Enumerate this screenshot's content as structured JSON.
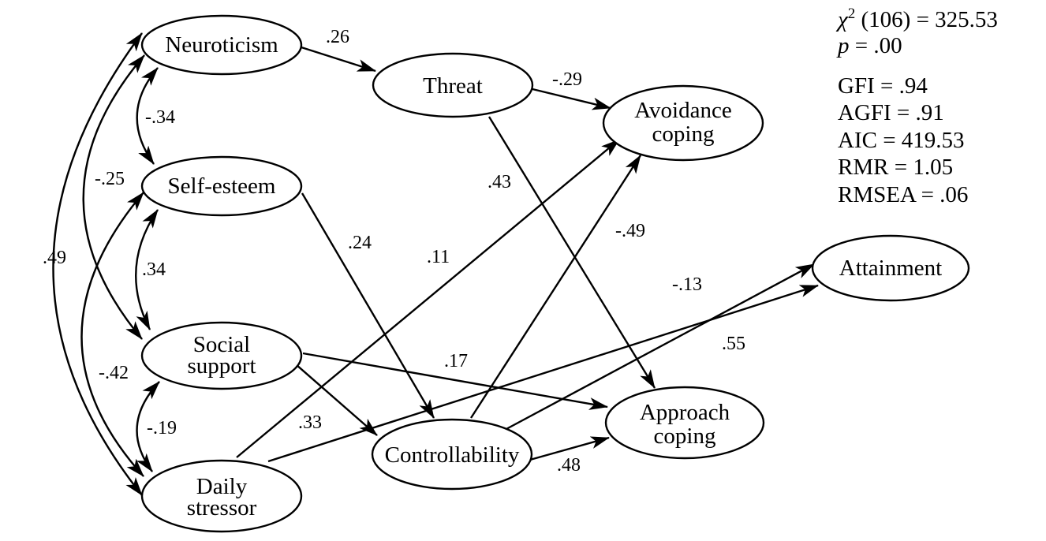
{
  "diagram": {
    "nodes": {
      "neuroticism": "Neuroticism",
      "self_esteem": "Self-esteem",
      "social_support": [
        "Social",
        "support"
      ],
      "daily_stressor": [
        "Daily",
        "stressor"
      ],
      "threat": "Threat",
      "controllability": "Controllability",
      "avoidance_coping": [
        "Avoidance",
        "coping"
      ],
      "approach_coping": [
        "Approach",
        "coping"
      ],
      "attainment": "Attainment"
    },
    "paths": [
      {
        "from": "Neuroticism",
        "to": "Threat",
        "coefficient": ".26"
      },
      {
        "from": "Threat",
        "to": "Avoidance coping",
        "coefficient": "-.29"
      },
      {
        "from": "Threat",
        "to": "Approach coping",
        "coefficient": ".43"
      },
      {
        "from": "Self-esteem",
        "to": "Controllability",
        "coefficient": ".24"
      },
      {
        "from": "Daily stressor",
        "to": "Avoidance coping",
        "coefficient": ".11"
      },
      {
        "from": "Controllability",
        "to": "Avoidance coping",
        "coefficient": "-.49"
      },
      {
        "from": "Daily stressor",
        "to": "Attainment",
        "coefficient": "-.13"
      },
      {
        "from": "Controllability",
        "to": "Attainment",
        "coefficient": ".55"
      },
      {
        "from": "Social support",
        "to": "Approach coping",
        "coefficient": ".17"
      },
      {
        "from": "Social support",
        "to": "Controllability",
        "coefficient": ".33"
      },
      {
        "from": "Controllability",
        "to": "Approach coping",
        "coefficient": ".48"
      }
    ],
    "correlations": [
      {
        "between": [
          "Neuroticism",
          "Self-esteem"
        ],
        "coefficient": "-.34"
      },
      {
        "between": [
          "Neuroticism",
          "Social support"
        ],
        "coefficient": "-.25"
      },
      {
        "between": [
          "Neuroticism",
          "Daily stressor"
        ],
        "coefficient": ".49"
      },
      {
        "between": [
          "Self-esteem",
          "Social support"
        ],
        "coefficient": ".34"
      },
      {
        "between": [
          "Self-esteem",
          "Daily stressor"
        ],
        "coefficient": "-.42"
      },
      {
        "between": [
          "Social support",
          "Daily stressor"
        ],
        "coefficient": "-.19"
      }
    ],
    "fit": {
      "chi_square_symbol": "χ",
      "chi_square_exponent": "2",
      "chi_square_rest": " (106) = 325.53",
      "p_symbol": "p",
      "p_rest": " = .00",
      "gfi": "GFI = .94",
      "agfi": "AGFI = .91",
      "aic": "AIC = 419.53",
      "rmr": "RMR = 1.05",
      "rmsea": "RMSEA = .06"
    }
  }
}
